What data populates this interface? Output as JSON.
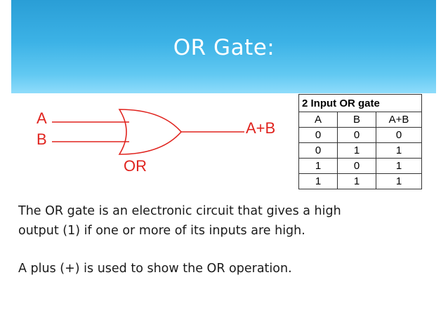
{
  "slide": {
    "title": "OR Gate:",
    "diagram": {
      "input_a": "A",
      "input_b": "B",
      "output": "A+B",
      "gate_label": "OR",
      "line_color": "#e0241f",
      "header_color": "#3cb2e6"
    },
    "truth_table": {
      "caption": "2 Input OR gate",
      "headers": [
        "A",
        "B",
        "A+B"
      ],
      "rows": [
        [
          "0",
          "0",
          "0"
        ],
        [
          "0",
          "1",
          "1"
        ],
        [
          "1",
          "0",
          "1"
        ],
        [
          "1",
          "1",
          "1"
        ]
      ]
    },
    "body": {
      "line1": "The OR gate is an electronic circuit that gives a high",
      "line2": "output (1) if one or more of its inputs are high.",
      "line3": "A plus (+) is used to show the OR operation."
    }
  }
}
